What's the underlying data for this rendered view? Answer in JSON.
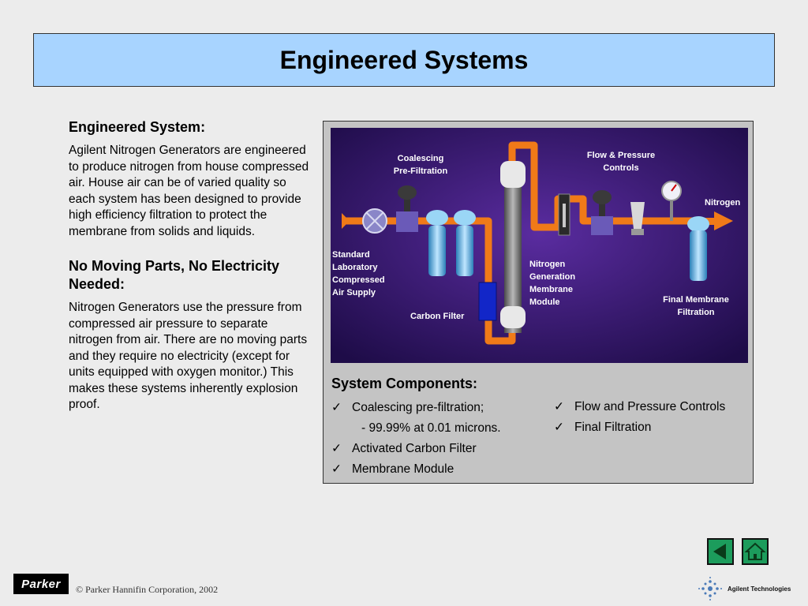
{
  "title": "Engineered Systems",
  "left": {
    "heading1": "Engineered System:",
    "para1": "Agilent Nitrogen Generators are engineered to produce nitrogen from house compressed air. House air can be of varied quality so each system has been designed to provide high efficiency filtration to protect the membrane from solids and liquids.",
    "heading2": "No Moving Parts, No Electricity Needed:",
    "para2": "Nitrogen Generators use  the pressure from compressed air pressure to separate nitrogen from air.  There are no moving parts and they require no electricity (except for units equipped with oxygen monitor.)  This makes these systems inherently explosion proof."
  },
  "diagram": {
    "labels": {
      "coalescing_1": "Coalescing",
      "coalescing_2": "Pre-Filtration",
      "flow_1": "Flow & Pressure",
      "flow_2": "Controls",
      "nitrogen": "Nitrogen",
      "supply_1": "Standard",
      "supply_2": "Laboratory",
      "supply_3": "Compressed",
      "supply_4": "Air Supply",
      "module_1": "Nitrogen",
      "module_2": "Generation",
      "module_3": "Membrane",
      "module_4": "Module",
      "carbon": "Carbon Filter",
      "final_1": "Final Membrane",
      "final_2": "Filtration"
    }
  },
  "components": {
    "title": "System Components:",
    "check": "✓",
    "left_items": [
      "Coalescing pre-filtration;",
      "-  99.99% at 0.01 microns.",
      "Activated Carbon Filter",
      "Membrane Module"
    ],
    "right_items": [
      "Flow and Pressure Controls",
      "Final Filtration"
    ]
  },
  "footer": {
    "logo": "Parker",
    "copyright": "© Parker Hannifin Corporation, 2002",
    "agilent": "Agilent Technologies"
  },
  "colors": {
    "title_bg": "#a8d4ff",
    "pipe": "#f07a18",
    "diagram_bg": "#3a1a70",
    "nav_green": "#1c9c5c"
  }
}
